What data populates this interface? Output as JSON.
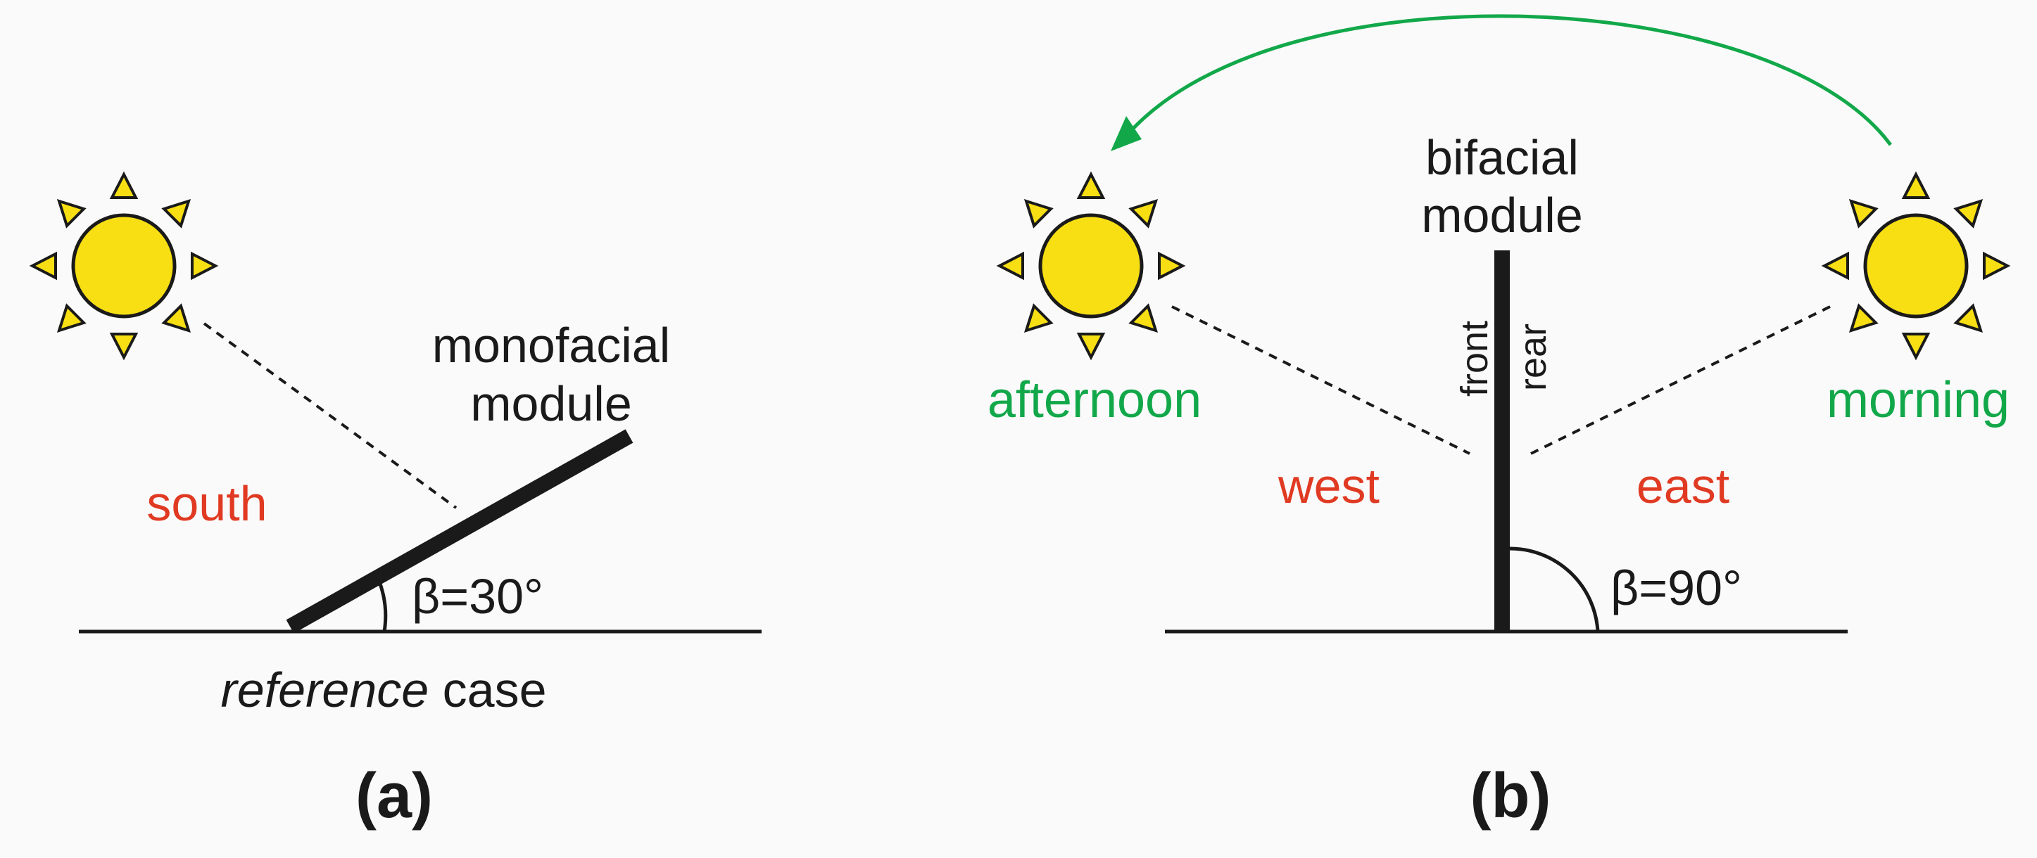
{
  "panel_a": {
    "module_label_line1": "monofacial",
    "module_label_line2": "module",
    "direction_label": "south",
    "angle_label": "β=30°",
    "case_label_italic": "reference",
    "case_label_rest": " case",
    "panel_label": "(a)"
  },
  "panel_b": {
    "module_label_line1": "bifacial",
    "module_label_line2": "module",
    "front_label": "front",
    "rear_label": "rear",
    "west_label": "west",
    "east_label": "east",
    "afternoon_label": "afternoon",
    "morning_label": "morning",
    "angle_label": "β=90°",
    "panel_label": "(b)"
  },
  "colors": {
    "text": "#1a1a1a",
    "direction": "#e03a22",
    "time_of_day": "#12a84a",
    "sun": "#f7df14",
    "background": "#fafafa"
  },
  "icons": {
    "sun": "sun-icon"
  }
}
